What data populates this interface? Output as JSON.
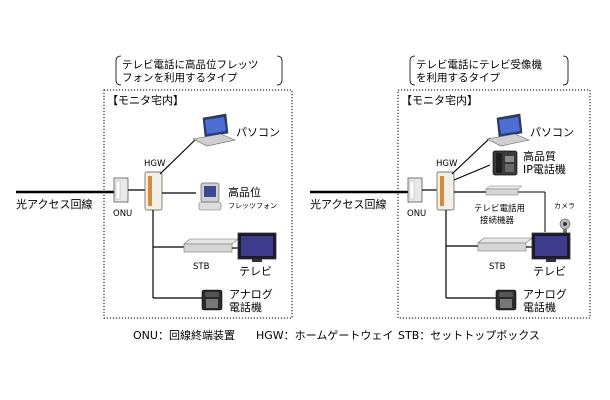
{
  "panels": [
    {
      "caption": [
        "テレビ電話に高品位フレッツ",
        "フォンを利用するタイプ"
      ],
      "room_label": "【モニタ宅内】",
      "line_label": "光アクセス回線",
      "onu": "ONU",
      "hgw": "HGW",
      "stb": "STB",
      "pc": "パソコン",
      "device2": [
        "高品位",
        "フレッツフォン"
      ],
      "tv": "テレビ",
      "analog": [
        "アナログ",
        "電話機"
      ]
    },
    {
      "caption": [
        "テレビ電話にテレビ受像機",
        "を利用するタイプ"
      ],
      "room_label": "【モニタ宅内】",
      "line_label": "光アクセス回線",
      "onu": "ONU",
      "hgw": "HGW",
      "stb": "STB",
      "pc": "パソコン",
      "ip_phone": [
        "高品質",
        "IP電話機"
      ],
      "tvphone_dev": [
        "テレビ電話用",
        "接続機器"
      ],
      "camera": "カメラ",
      "tv": "テレビ",
      "analog": [
        "アナログ",
        "電話機"
      ]
    }
  ],
  "legend": {
    "onu": "ONU：回線終端装置",
    "hgw": "HGW：ホームゲートウェイ",
    "stb": "STB：セットトップボックス"
  }
}
